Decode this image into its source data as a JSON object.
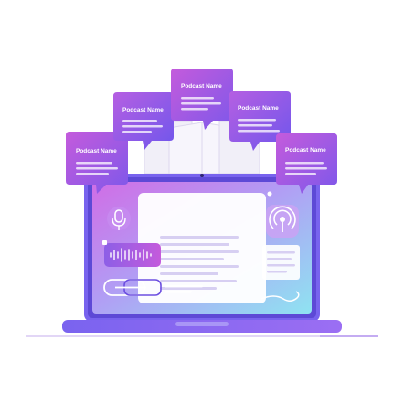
{
  "illustration": {
    "cards": [
      {
        "label": "Podcast Name"
      },
      {
        "label": "Podcast Name"
      },
      {
        "label": "Podcast Name"
      },
      {
        "label": "Podcast Name"
      },
      {
        "label": "Podcast Name"
      }
    ]
  },
  "colors": {
    "purple_dark": "#6d4fe0",
    "purple_mid": "#8b5cf6",
    "pink": "#c85ad8",
    "cyan": "#8fe3f2",
    "white": "#ffffff"
  },
  "icons": {
    "microphone": "microphone-icon",
    "podcast": "podcast-icon",
    "waveform": "waveform-icon",
    "link": "link-icon"
  }
}
